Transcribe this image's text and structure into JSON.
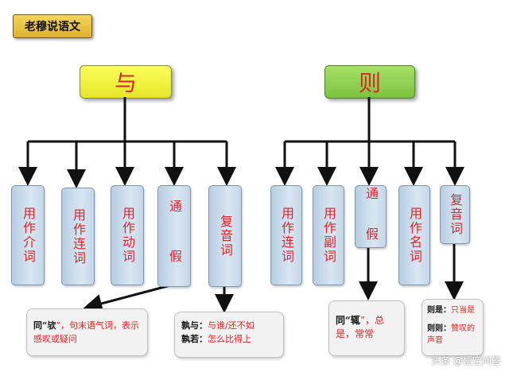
{
  "tag": "老穆说语文",
  "left": {
    "head": "与",
    "items": [
      "用作介词",
      "用作连词",
      "用作动词",
      "通 假",
      "复音词"
    ],
    "note1": {
      "prefix": "同“",
      "word": "欤",
      "rest": "”，句末语气词，表示感叹或疑问"
    },
    "note2": {
      "l1_a": "孰与：",
      "l1_b": "与谁/还不如",
      "l2_a": "孰若：",
      "l2_b": "怎么比得上"
    }
  },
  "right": {
    "head": "则",
    "items": [
      "用作连词",
      "用作副词",
      "通 假",
      "用作名词",
      "复音词"
    ],
    "note1": {
      "prefix": "同“",
      "word": "辄",
      "rest": "”，总是，常常"
    },
    "note2": {
      "l1_a": "则是：",
      "l1_b": "只当是",
      "l2_a": "则则：",
      "l2_b": "赞叹的声音"
    }
  },
  "watermark": "头条 @悟空问答",
  "colors": {
    "yellow": "#fbff5a",
    "green": "#7cc43e",
    "box": "#c8d9ea",
    "red": "#d8262a"
  }
}
